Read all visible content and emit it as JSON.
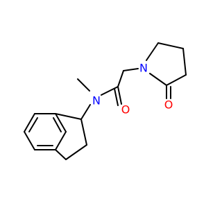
{
  "molecule": {
    "atoms": {
      "nitrogen_amide": {
        "symbol": "N",
        "color": "#0000ff"
      },
      "nitrogen_ring": {
        "symbol": "N",
        "color": "#0000ff"
      },
      "oxygen_amide": {
        "symbol": "O",
        "color": "#ff0000"
      },
      "oxygen_lactam": {
        "symbol": "O",
        "color": "#ff0000"
      }
    },
    "bond_color": "#000000"
  }
}
